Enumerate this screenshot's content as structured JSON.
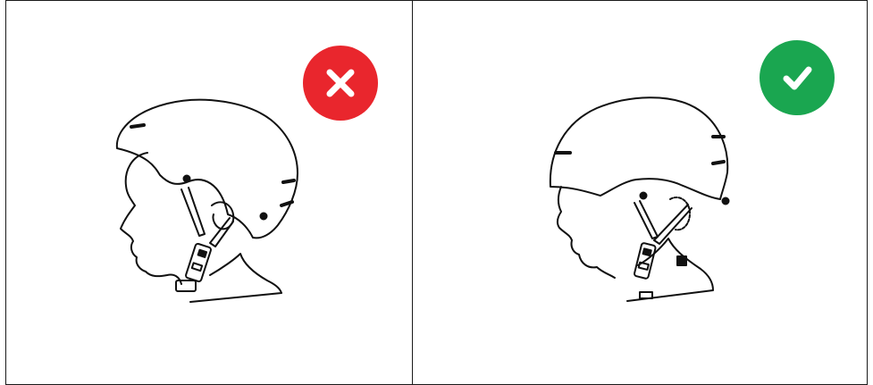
{
  "panels": [
    {
      "id": "incorrect",
      "verdict": "incorrect",
      "badge_icon": "x-mark-icon",
      "badge_color": "#e9262d"
    },
    {
      "id": "correct",
      "verdict": "correct",
      "badge_icon": "check-mark-icon",
      "badge_color": "#1aa650"
    }
  ],
  "colors": {
    "line": "#111111",
    "frame": "#1a1a1a",
    "background": "#ffffff"
  }
}
